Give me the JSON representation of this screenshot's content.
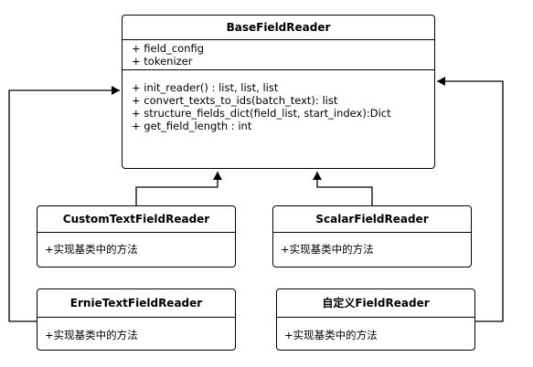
{
  "base": {
    "name": "BaseFieldReader",
    "attributes": [
      "+ field_config",
      "+ tokenizer"
    ],
    "methods": [
      "+ init_reader() : list, list, list",
      "+ convert_texts_to_ids(batch_text): list",
      "+ structure_fields_dict(field_list, start_index):Dict",
      "+ get_field_length : int"
    ]
  },
  "subclasses": {
    "custom_text": {
      "name": "CustomTextFieldReader",
      "method": "+实现基类中的方法"
    },
    "scalar": {
      "name": "ScalarFieldReader",
      "method": "+实现基类中的方法"
    },
    "ernie_text": {
      "name": "ErnieTextFieldReader",
      "method": "+实现基类中的方法"
    },
    "custom_defined": {
      "name": "自定义FieldReader",
      "method": "+实现基类中的方法"
    }
  }
}
